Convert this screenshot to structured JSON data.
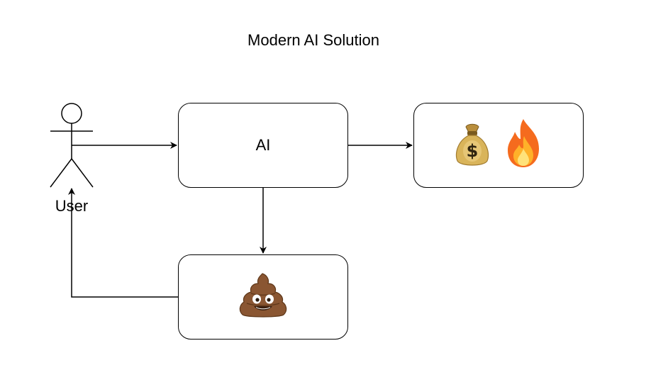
{
  "diagram": {
    "title": "Modern AI Solution",
    "actor": {
      "label": "User"
    },
    "nodes": {
      "ai": {
        "label": "AI"
      },
      "money_fire": {
        "icons": [
          "money-bag-icon",
          "fire-icon"
        ]
      },
      "poo": {
        "icons": [
          "pile-of-poo-icon"
        ]
      }
    },
    "edges": [
      {
        "from": "User",
        "to": "AI"
      },
      {
        "from": "AI",
        "to": "money_fire"
      },
      {
        "from": "AI",
        "to": "poo"
      },
      {
        "from": "poo",
        "to": "User"
      }
    ],
    "colors": {
      "stroke": "#000000",
      "background": "#ffffff",
      "money_bag": "#c9a24a",
      "fire_outer": "#f56b1e",
      "fire_inner": "#ffd23a",
      "poo": "#8a5632"
    }
  }
}
